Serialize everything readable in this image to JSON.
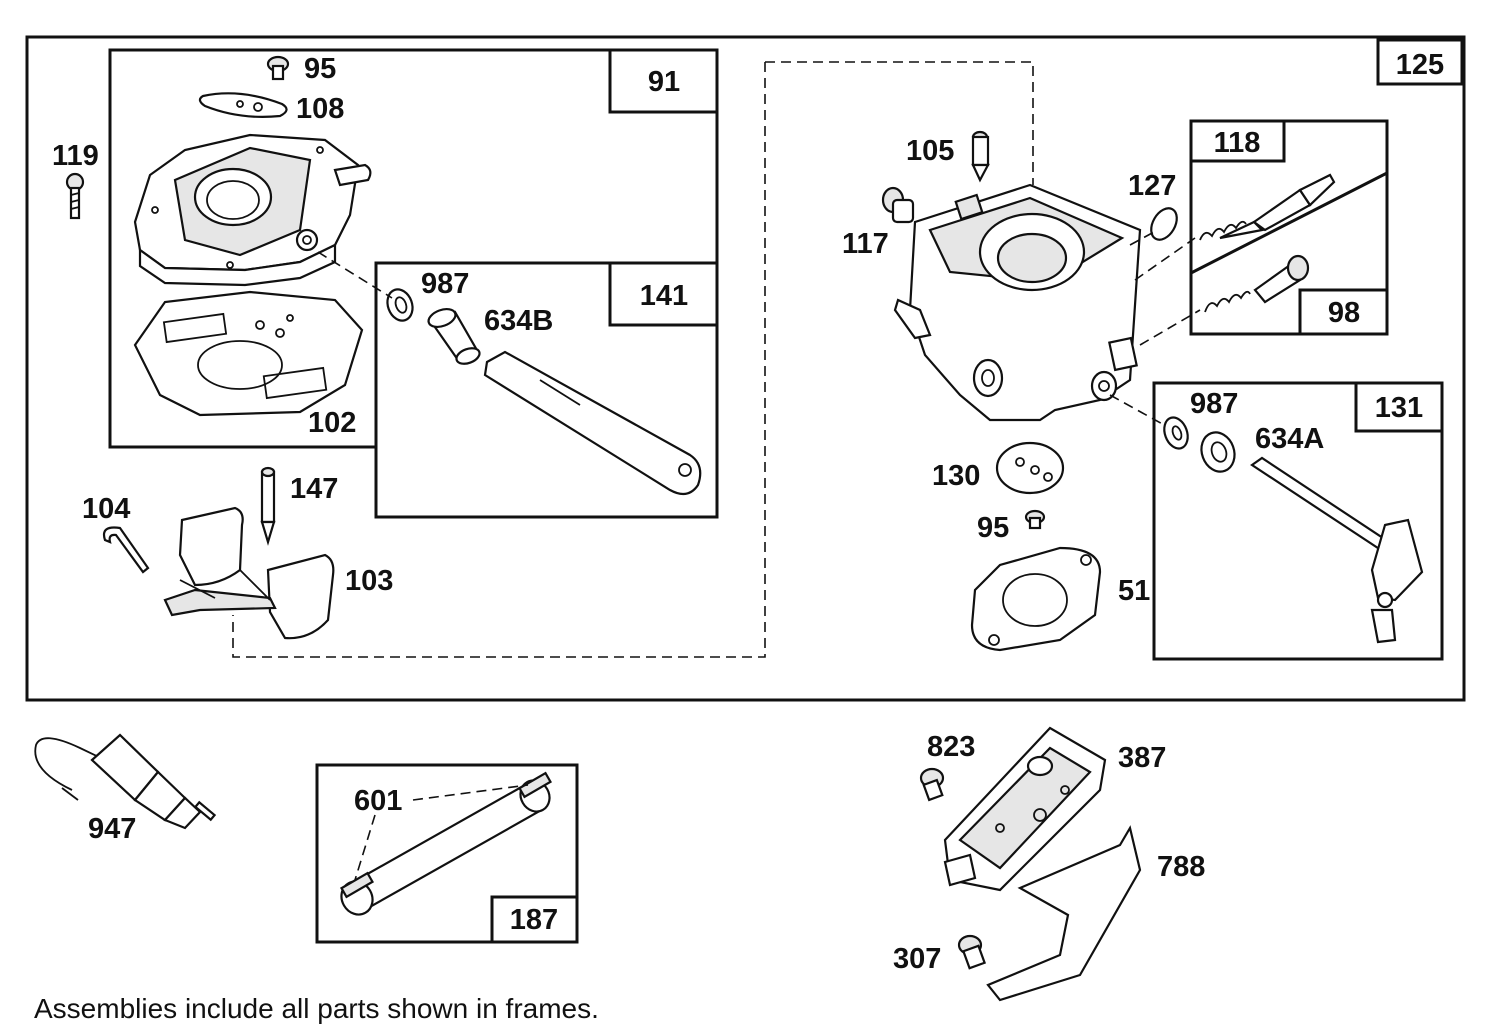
{
  "diagram": {
    "frame_labels": {
      "f125": "125",
      "f91": "91",
      "f141": "141",
      "f118": "118",
      "f98": "98",
      "f131": "131",
      "f187": "187"
    },
    "part_labels": {
      "p95a": "95",
      "p108": "108",
      "p119": "119",
      "p987a": "987",
      "p634b": "634B",
      "p102": "102",
      "p147": "147",
      "p104": "104",
      "p103": "103",
      "p105": "105",
      "p127": "127",
      "p117": "117",
      "p987b": "987",
      "p634a": "634A",
      "p130": "130",
      "p95b": "95",
      "p51": "51",
      "p947": "947",
      "p601": "601",
      "p823": "823",
      "p387": "387",
      "p788": "788",
      "p307": "307"
    },
    "footnote": "Assemblies include all parts shown in frames."
  }
}
